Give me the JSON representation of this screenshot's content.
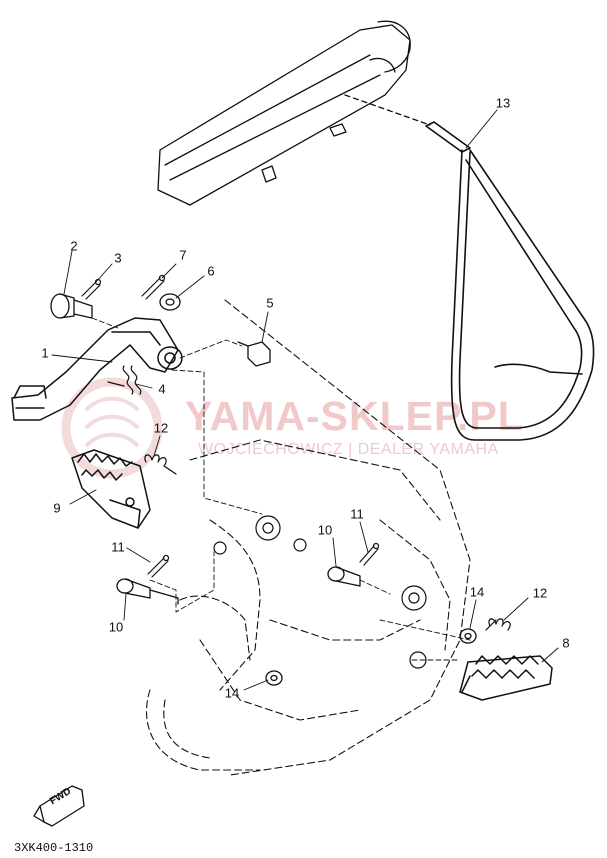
{
  "watermark": {
    "title": "YAMA-SKLEP.PL",
    "subtitle": "WOJCIECHOWICZ | DEALER YAMAHA",
    "color": "#e8a6a6"
  },
  "callouts": [
    {
      "id": "c1",
      "label": "1"
    },
    {
      "id": "c2",
      "label": "2"
    },
    {
      "id": "c3",
      "label": "3"
    },
    {
      "id": "c4",
      "label": "4"
    },
    {
      "id": "c5",
      "label": "5"
    },
    {
      "id": "c6",
      "label": "6"
    },
    {
      "id": "c7",
      "label": "7"
    },
    {
      "id": "c8",
      "label": "8"
    },
    {
      "id": "c9",
      "label": "9"
    },
    {
      "id": "c10a",
      "label": "10"
    },
    {
      "id": "c10b",
      "label": "10"
    },
    {
      "id": "c11a",
      "label": "11"
    },
    {
      "id": "c11b",
      "label": "11"
    },
    {
      "id": "c12a",
      "label": "12"
    },
    {
      "id": "c12b",
      "label": "12"
    },
    {
      "id": "c13",
      "label": "13"
    },
    {
      "id": "c14a",
      "label": "14"
    },
    {
      "id": "c14b",
      "label": "14"
    }
  ],
  "fwd_label": "FWD",
  "reference_code": "3XK400-1310",
  "colors": {
    "line": "#111111",
    "background": "#ffffff"
  }
}
